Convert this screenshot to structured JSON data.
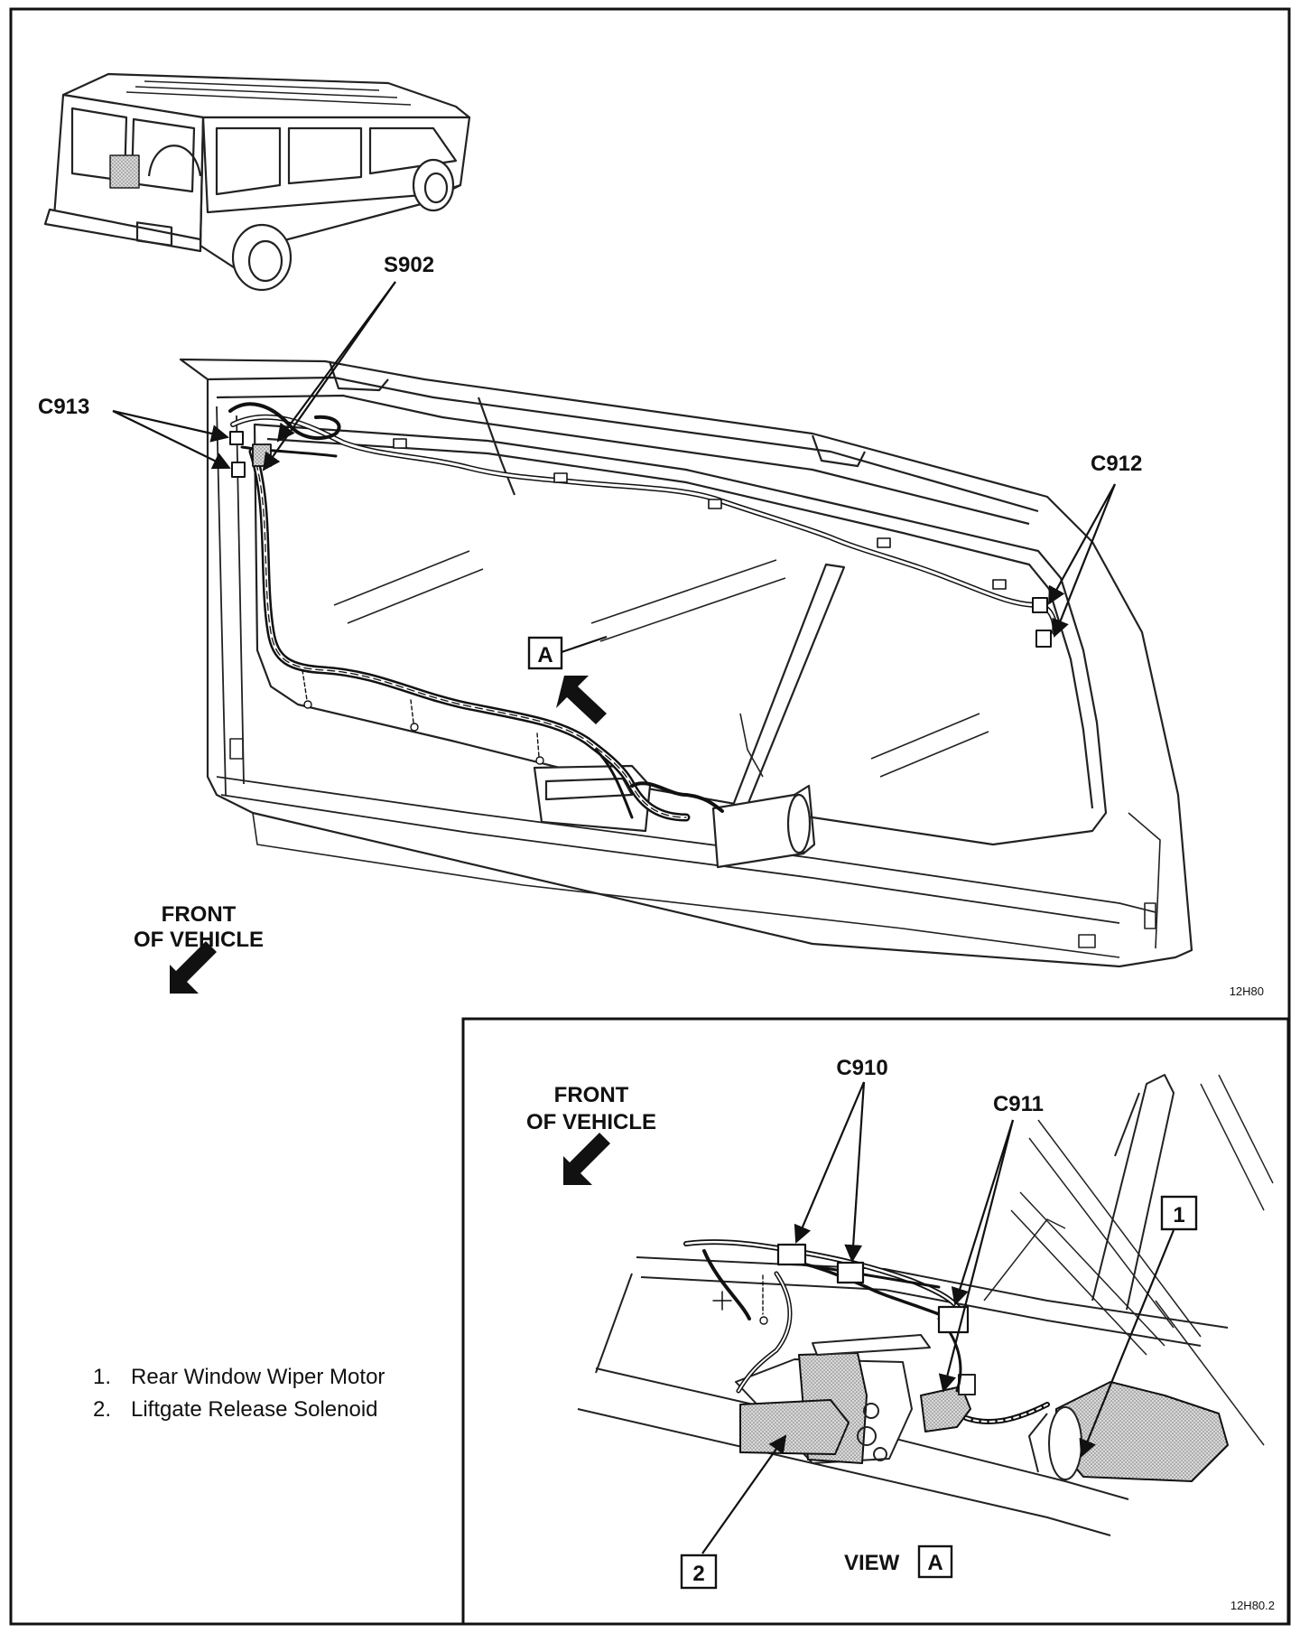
{
  "main_view": {
    "callouts": {
      "s902": "S902",
      "c913": "C913",
      "c912": "C912"
    },
    "view_marker": "A",
    "front_of_vehicle": [
      "FRONT",
      "OF VEHICLE"
    ],
    "ref_code": "12H80"
  },
  "detail_view": {
    "callouts": {
      "c910": "C910",
      "c911": "C911"
    },
    "item_1": "1",
    "item_2": "2",
    "front_of_vehicle": [
      "FRONT",
      "OF VEHICLE"
    ],
    "view_label": "VIEW",
    "view_marker": "A",
    "ref_code": "12H80.2"
  },
  "legend": [
    {
      "num": "1.",
      "text": "Rear Window Wiper Motor"
    },
    {
      "num": "2.",
      "text": "Liftgate Release Solenoid"
    }
  ]
}
